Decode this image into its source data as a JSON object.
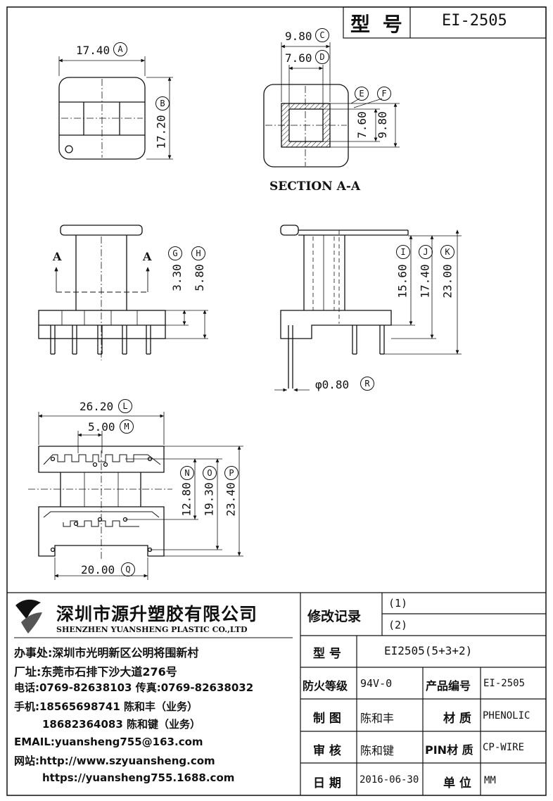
{
  "title_block": {
    "model_label": "型 号",
    "model_value": "EI-2505"
  },
  "views": {
    "top": {
      "dim_a": "17.40",
      "dim_a_tag": "A",
      "dim_b": "17.20",
      "dim_b_tag": "B"
    },
    "section": {
      "dim_c": "9.80",
      "dim_c_tag": "C",
      "dim_d": "7.60",
      "dim_d_tag": "D",
      "tag_e": "E",
      "tag_f": "F",
      "dim_v1": "7.60",
      "dim_v2": "9.80",
      "caption": "SECTION A-A"
    },
    "front": {
      "arrow_a_left": "A",
      "arrow_a_right": "A",
      "dim_g": "3.30",
      "dim_g_tag": "G",
      "dim_h": "5.80",
      "dim_h_tag": "H"
    },
    "side": {
      "dim_i": "15.60",
      "dim_i_tag": "I",
      "dim_j": "17.40",
      "dim_j_tag": "J",
      "dim_k": "23.00",
      "dim_k_tag": "K",
      "pin_dia": "φ0.80",
      "pin_dia_tag": "R"
    },
    "bottom": {
      "dim_l": "26.20",
      "dim_l_tag": "L",
      "dim_m": "5.00",
      "dim_m_tag": "M",
      "dim_n": "12.80",
      "dim_n_tag": "N",
      "dim_o": "19.30",
      "dim_o_tag": "O",
      "dim_p": "23.40",
      "dim_p_tag": "P",
      "dim_q": "20.00",
      "dim_q_tag": "Q"
    }
  },
  "company": {
    "name_cn": "深圳市源升塑胶有限公司",
    "name_en": "SHENZHEN YUANSHENG PLASTIC CO.,LTD",
    "office": "办事处:深圳市光明新区公明将围新村",
    "factory": "厂址:东莞市石排下沙大道276号",
    "phone": "电话:0769-82638103 传真:0769-82638032",
    "mobile1": "手机:18565698741 陈和丰（业务）",
    "mobile2": "18682364083 陈和键（业务）",
    "email": "EMAIL:yuansheng755@163.com",
    "web1": "网站:http://www.szyuansheng.com",
    "web2": "https://yuansheng755.1688.com"
  },
  "revision": {
    "label": "修改记录",
    "r1": "(1)",
    "r2": "(2)"
  },
  "spec": {
    "model_label": "型 号",
    "model_value": "EI2505(5+3+2)",
    "fire_label": "防火等级",
    "fire_value": "94V-0",
    "prod_label": "产品编号",
    "prod_value": "EI-2505",
    "draw_label": "制 图",
    "draw_value": "陈和丰",
    "material_label": "材 质",
    "material_value": "PHENOLIC",
    "check_label": "审 核",
    "check_value": "陈和键",
    "pin_label": "PIN材 质",
    "pin_value": "CP-WIRE",
    "date_label": "日 期",
    "date_value": "2016-06-30",
    "unit_label": "单 位",
    "unit_value": "MM"
  }
}
